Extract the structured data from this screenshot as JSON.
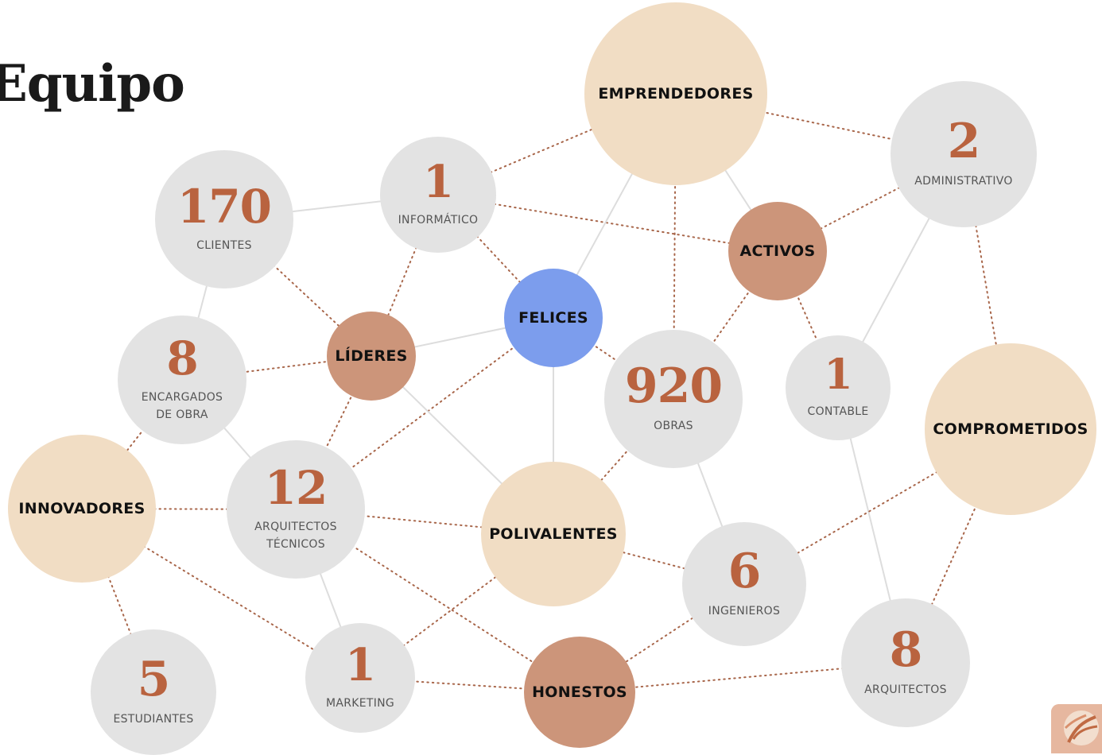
{
  "title": "Equipo",
  "colors": {
    "stat": "#e3e3e3",
    "number": "#b9633f",
    "beige": "#f1ddc4",
    "brown": "#cc957a",
    "blue": "#7c9ded",
    "dotted_link": "#a8664a",
    "solid_link": "#dddddd"
  },
  "nodes": [
    {
      "id": "clientes",
      "kind": "stat",
      "number": "170",
      "label": "CLIENTES"
    },
    {
      "id": "informatico",
      "kind": "stat",
      "number": "1",
      "label": "INFORMÁTICO"
    },
    {
      "id": "encargados",
      "kind": "stat",
      "number": "8",
      "label": "ENCARGADOS\nDE OBRA"
    },
    {
      "id": "arq-tecnicos",
      "kind": "stat",
      "number": "12",
      "label": "ARQUITECTOS\nTÉCNICOS"
    },
    {
      "id": "estudiantes",
      "kind": "stat",
      "number": "5",
      "label": "ESTUDIANTES"
    },
    {
      "id": "marketing",
      "kind": "stat",
      "number": "1",
      "label": "MARKETING"
    },
    {
      "id": "obras",
      "kind": "stat",
      "number": "920",
      "label": "OBRAS"
    },
    {
      "id": "contable",
      "kind": "stat",
      "number": "1",
      "label": "CONTABLE"
    },
    {
      "id": "administrativo",
      "kind": "stat",
      "number": "2",
      "label": "ADMINISTRATIVO"
    },
    {
      "id": "ingenieros",
      "kind": "stat",
      "number": "6",
      "label": "INGENIEROS"
    },
    {
      "id": "arquitectos",
      "kind": "stat",
      "number": "8",
      "label": "ARQUITECTOS"
    },
    {
      "id": "emprendedores",
      "kind": "value",
      "color": "beige",
      "label": "EMPRENDEDORES"
    },
    {
      "id": "activos",
      "kind": "value",
      "color": "brown",
      "label": "ACTIVOS"
    },
    {
      "id": "felices",
      "kind": "value",
      "color": "blue",
      "label": "FELICES"
    },
    {
      "id": "lideres",
      "kind": "value",
      "color": "brown",
      "label": "LÍDERES"
    },
    {
      "id": "innovadores",
      "kind": "value",
      "color": "beige",
      "label": "INNOVADORES"
    },
    {
      "id": "polivalentes",
      "kind": "value",
      "color": "beige",
      "label": "POLIVALENTES"
    },
    {
      "id": "honestos",
      "kind": "value",
      "color": "brown",
      "label": "HONESTOS"
    },
    {
      "id": "comprometidos",
      "kind": "value",
      "color": "beige",
      "label": "COMPROMETIDOS"
    }
  ],
  "links": [
    {
      "from": "clientes",
      "to": "informatico",
      "style": "solid"
    },
    {
      "from": "clientes",
      "to": "encargados",
      "style": "solid"
    },
    {
      "from": "clientes",
      "to": "lideres",
      "style": "dotted"
    },
    {
      "from": "informatico",
      "to": "emprendedores",
      "style": "dotted"
    },
    {
      "from": "informatico",
      "to": "activos",
      "style": "dotted"
    },
    {
      "from": "informatico",
      "to": "felices",
      "style": "dotted"
    },
    {
      "from": "informatico",
      "to": "lideres",
      "style": "dotted"
    },
    {
      "from": "emprendedores",
      "to": "administrativo",
      "style": "dotted"
    },
    {
      "from": "emprendedores",
      "to": "obras",
      "style": "dotted"
    },
    {
      "from": "emprendedores",
      "to": "felices",
      "style": "solid"
    },
    {
      "from": "emprendedores",
      "to": "activos",
      "style": "solid"
    },
    {
      "from": "administrativo",
      "to": "activos",
      "style": "dotted"
    },
    {
      "from": "administrativo",
      "to": "contable",
      "style": "solid"
    },
    {
      "from": "administrativo",
      "to": "comprometidos",
      "style": "dotted"
    },
    {
      "from": "activos",
      "to": "obras",
      "style": "dotted"
    },
    {
      "from": "activos",
      "to": "contable",
      "style": "dotted"
    },
    {
      "from": "felices",
      "to": "lideres",
      "style": "solid"
    },
    {
      "from": "felices",
      "to": "polivalentes",
      "style": "solid"
    },
    {
      "from": "felices",
      "to": "obras",
      "style": "dotted"
    },
    {
      "from": "felices",
      "to": "arq-tecnicos",
      "style": "dotted"
    },
    {
      "from": "lideres",
      "to": "encargados",
      "style": "dotted"
    },
    {
      "from": "lideres",
      "to": "arq-tecnicos",
      "style": "dotted"
    },
    {
      "from": "lideres",
      "to": "polivalentes",
      "style": "solid"
    },
    {
      "from": "encargados",
      "to": "innovadores",
      "style": "dotted"
    },
    {
      "from": "encargados",
      "to": "arq-tecnicos",
      "style": "solid"
    },
    {
      "from": "innovadores",
      "to": "arq-tecnicos",
      "style": "dotted"
    },
    {
      "from": "innovadores",
      "to": "estudiantes",
      "style": "dotted"
    },
    {
      "from": "innovadores",
      "to": "marketing",
      "style": "dotted"
    },
    {
      "from": "arq-tecnicos",
      "to": "polivalentes",
      "style": "dotted"
    },
    {
      "from": "arq-tecnicos",
      "to": "honestos",
      "style": "dotted"
    },
    {
      "from": "arq-tecnicos",
      "to": "marketing",
      "style": "solid"
    },
    {
      "from": "polivalentes",
      "to": "marketing",
      "style": "dotted"
    },
    {
      "from": "polivalentes",
      "to": "obras",
      "style": "dotted"
    },
    {
      "from": "polivalentes",
      "to": "ingenieros",
      "style": "dotted"
    },
    {
      "from": "obras",
      "to": "ingenieros",
      "style": "solid"
    },
    {
      "from": "contable",
      "to": "arquitectos",
      "style": "solid"
    },
    {
      "from": "ingenieros",
      "to": "comprometidos",
      "style": "dotted"
    },
    {
      "from": "ingenieros",
      "to": "honestos",
      "style": "dotted"
    },
    {
      "from": "comprometidos",
      "to": "arquitectos",
      "style": "dotted"
    },
    {
      "from": "marketing",
      "to": "honestos",
      "style": "dotted"
    },
    {
      "from": "honestos",
      "to": "arquitectos",
      "style": "dotted"
    }
  ],
  "logo_icon": "decorative-tile-logo-icon"
}
